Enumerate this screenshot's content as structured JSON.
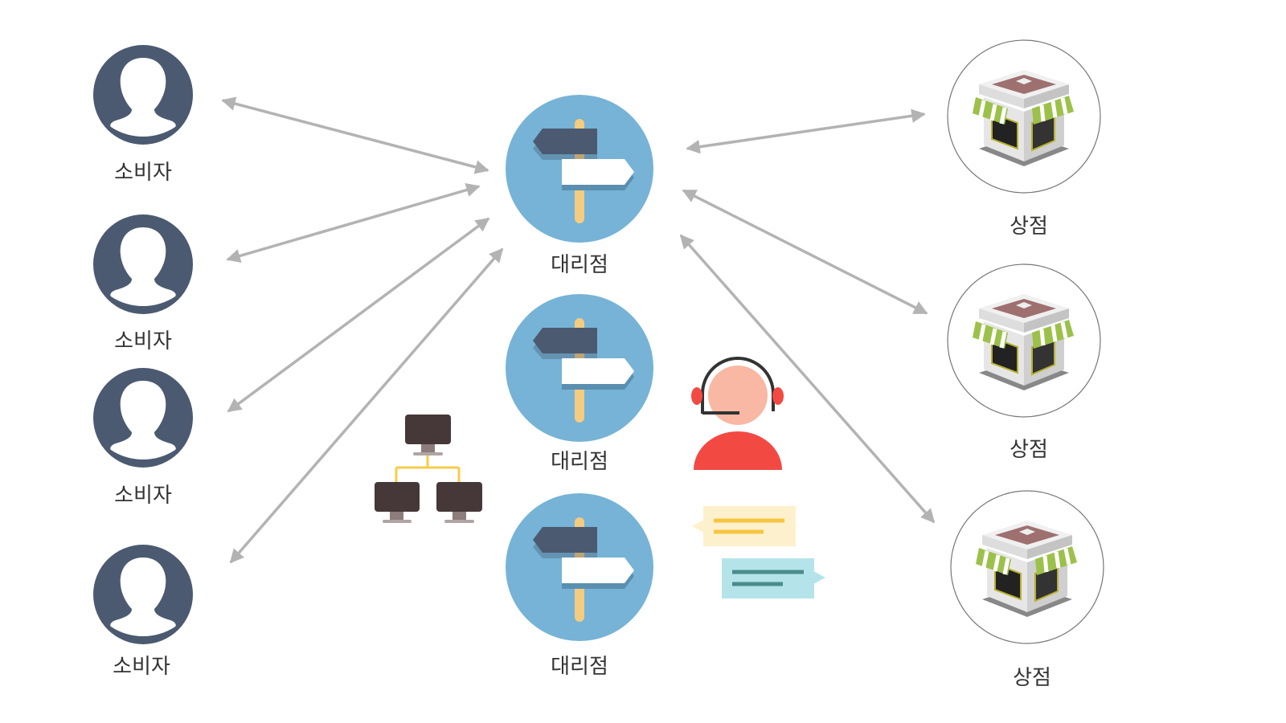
{
  "consumers": [
    {
      "label": "소비자"
    },
    {
      "label": "소비자"
    },
    {
      "label": "소비자"
    },
    {
      "label": "소비자"
    }
  ],
  "agencies": [
    {
      "label": "대리점"
    },
    {
      "label": "대리점"
    },
    {
      "label": "대리점"
    }
  ],
  "stores": [
    {
      "label": "상점"
    },
    {
      "label": "상점"
    },
    {
      "label": "상점"
    }
  ],
  "icons": {
    "consumer": "person-icon",
    "agency": "signpost-icon",
    "store": "store-icon",
    "network": "network-icon",
    "agent": "headset-agent-icon",
    "chat": "chat-bubbles-icon"
  },
  "colors": {
    "consumer": "#4b5a70",
    "agency": "#76b3d6",
    "arrow": "#b3b3b3",
    "agent": "#f24a43"
  }
}
